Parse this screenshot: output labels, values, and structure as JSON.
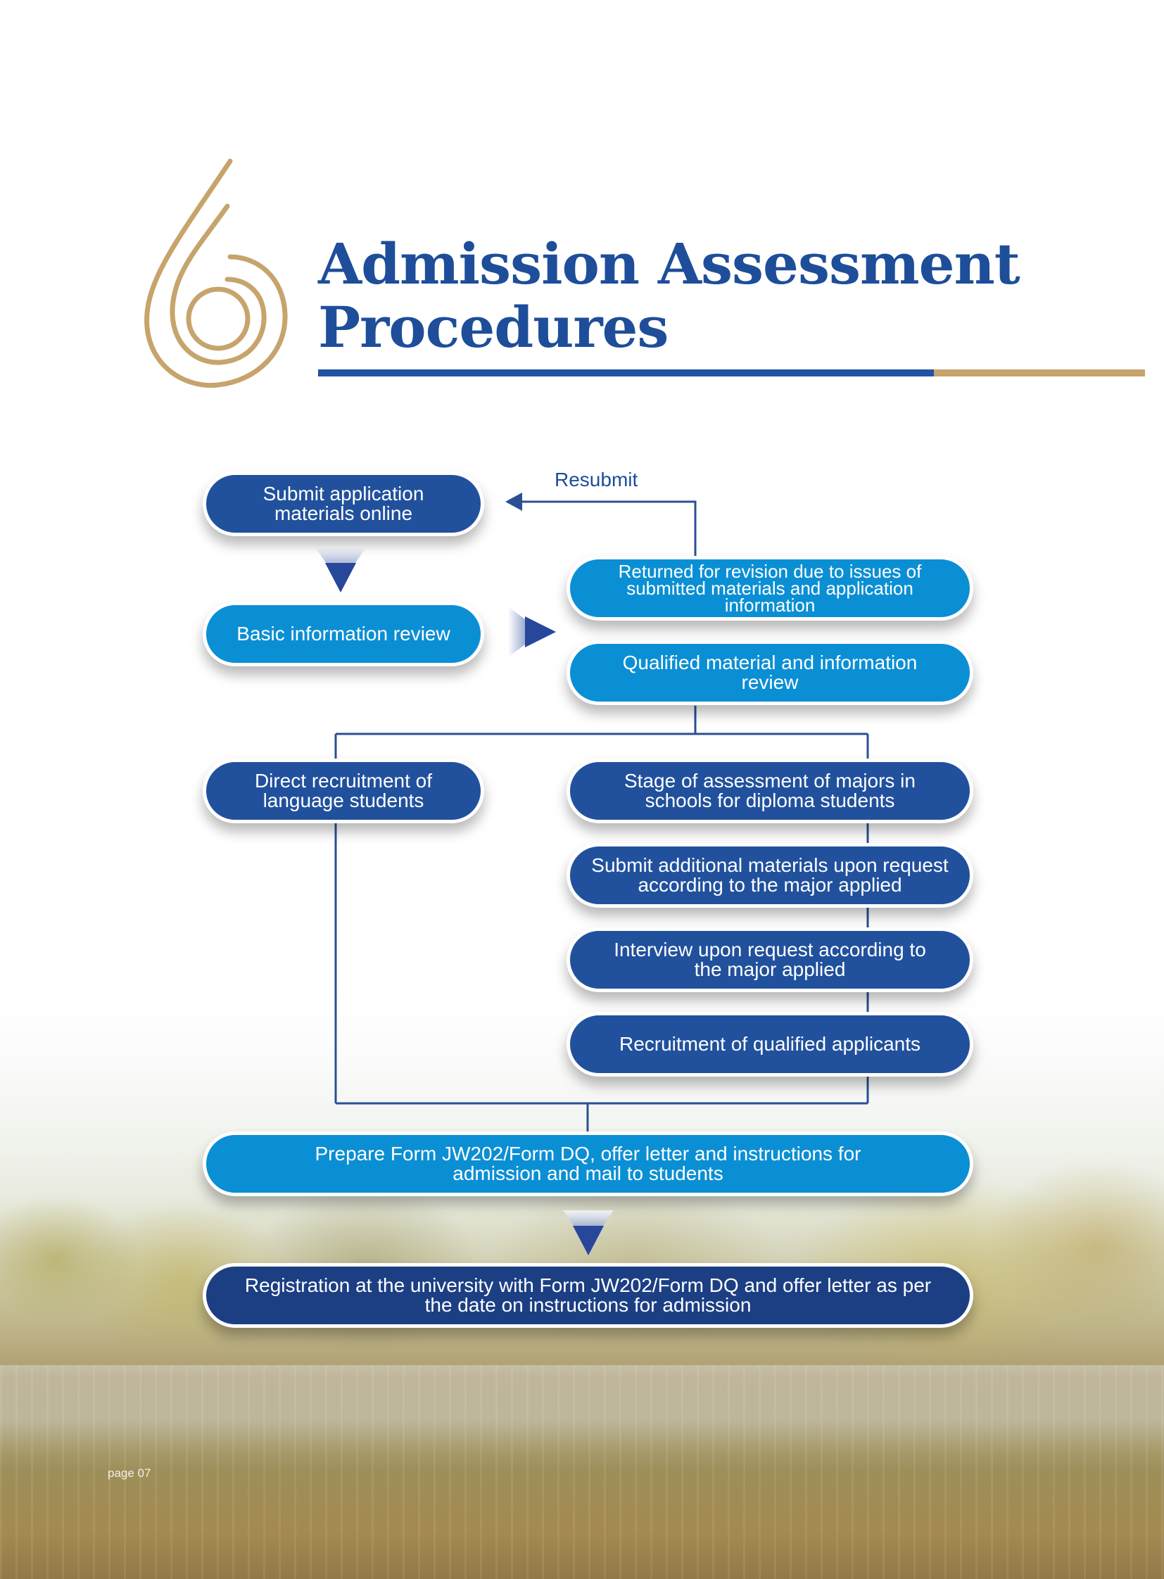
{
  "page": {
    "title_line1": "Admission Assessment",
    "title_line2": "Procedures",
    "page_label": "page 07",
    "colors": {
      "primary_blue": "#21519d",
      "light_blue": "#0b8fd4",
      "navy": "#1c3f84",
      "gold": "#c6a46b",
      "title": "#1e4e9a"
    }
  },
  "flow": {
    "submit_online": "Submit application materials online",
    "basic_review": "Basic information review",
    "returned_revision": "Returned for revision due to issues of submitted materials and application information",
    "resubmit_label": "Resubmit",
    "qualified_review": "Qualified material and information review",
    "direct_recruitment": "Direct recruitment of language students",
    "stage_assessment": "Stage of assessment of majors in schools for diploma students",
    "additional_materials": "Submit additional materials upon request according to the major applied",
    "interview": "Interview upon request according to the major applied",
    "recruitment_qualified": "Recruitment of qualified applicants",
    "prepare_form": "Prepare Form JW202/Form DQ, offer letter and instructions for admission and mail to students",
    "registration": "Registration at the university with Form JW202/Form DQ and offer letter as per the date on instructions for admission"
  }
}
